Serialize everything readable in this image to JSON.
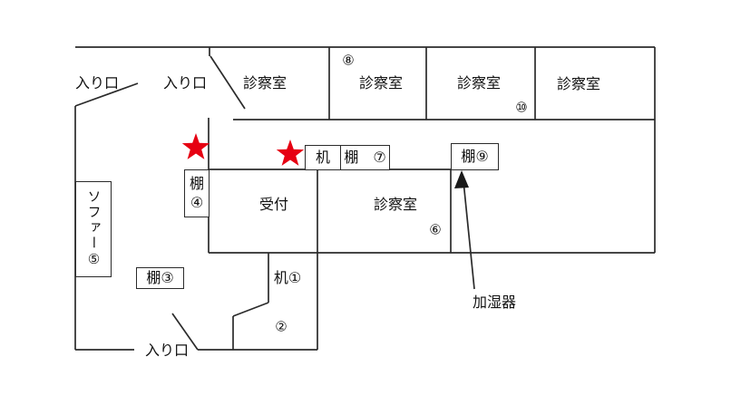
{
  "diagram": {
    "type": "clinic-floor-plan",
    "colors": {
      "wall": "#2b2b2b",
      "star": "#e60012",
      "background": "#ffffff",
      "text": "#111111"
    },
    "labels": {
      "entrance_top_left": "入り口",
      "entrance_top_center": "入り口",
      "entrance_bottom": "入り口",
      "exam_room_1": "診察室",
      "exam_room_2": "診察室",
      "exam_room_3": "診察室",
      "exam_room_4": "診察室",
      "exam_room_center": "診察室",
      "reception": "受付",
      "desk_top": "机",
      "shelf_7": "棚　⑦",
      "shelf_9": "棚⑨",
      "shelf_4_line1": "棚",
      "shelf_4_line2": "④",
      "shelf_3": "棚③",
      "sofa": "ソファー⑤",
      "desk_1": "机①",
      "num_2": "②",
      "num_6": "⑥",
      "num_8": "⑧",
      "num_10": "⑩",
      "humidifier": "加湿器"
    },
    "markers": {
      "star_count": 2,
      "star_color": "#e60012",
      "arrow_target": "棚⑨",
      "arrow_label": "加湿器"
    }
  }
}
